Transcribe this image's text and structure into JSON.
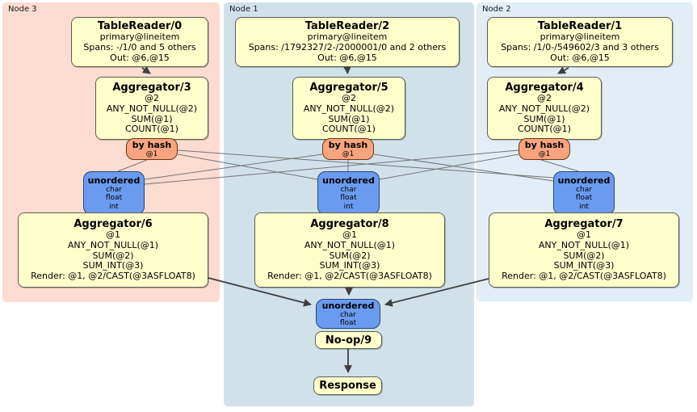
{
  "diagram_type": "distsql-physical-plan",
  "colors": {
    "node3_bg": "#fcdbd1",
    "node1_bg": "#d0e1ea",
    "node2_bg": "#e2edf6",
    "processor_fill": "#ffffcc",
    "router_fill": "#f8a47e",
    "sync_fill": "#6b9bf0",
    "edge_dark": "#3f3f3f",
    "edge_light": "#757575"
  },
  "nodes": [
    {
      "label": "Node 3",
      "table_reader": {
        "title": "TableReader/0",
        "lines": [
          "primary@lineitem",
          "Spans: -/1/0 and 5 others",
          "Out: @6,@15"
        ]
      },
      "aggregator_top": {
        "title": "Aggregator/3",
        "lines": [
          "@2",
          "ANY_NOT_NULL(@2)",
          "SUM(@1)",
          "COUNT(@1)"
        ]
      },
      "hash_router": {
        "title": "by hash",
        "detail": "@1"
      },
      "sync": {
        "title": "unordered",
        "lines": [
          "char",
          "float",
          "int"
        ]
      },
      "aggregator_bottom": {
        "title": "Aggregator/6",
        "lines": [
          "@1",
          "ANY_NOT_NULL(@1)",
          "SUM(@2)",
          "SUM_INT(@3)",
          "Render: @1, @2/CAST(@3ASFLOAT8)"
        ]
      }
    },
    {
      "label": "Node 1",
      "table_reader": {
        "title": "TableReader/2",
        "lines": [
          "primary@lineitem",
          "Spans: /1792327/2-/2000001/0 and 2 others",
          "Out: @6,@15"
        ]
      },
      "aggregator_top": {
        "title": "Aggregator/5",
        "lines": [
          "@2",
          "ANY_NOT_NULL(@2)",
          "SUM(@1)",
          "COUNT(@1)"
        ]
      },
      "hash_router": {
        "title": "by hash",
        "detail": "@1"
      },
      "sync": {
        "title": "unordered",
        "lines": [
          "char",
          "float",
          "int"
        ]
      },
      "aggregator_bottom": {
        "title": "Aggregator/8",
        "lines": [
          "@1",
          "ANY_NOT_NULL(@1)",
          "SUM(@2)",
          "SUM_INT(@3)",
          "Render: @1, @2/CAST(@3ASFLOAT8)"
        ]
      }
    },
    {
      "label": "Node 2",
      "table_reader": {
        "title": "TableReader/1",
        "lines": [
          "primary@lineitem",
          "Spans: /1/0-/549602/3 and 3 others",
          "Out: @6,@15"
        ]
      },
      "aggregator_top": {
        "title": "Aggregator/4",
        "lines": [
          "@2",
          "ANY_NOT_NULL(@2)",
          "SUM(@1)",
          "COUNT(@1)"
        ]
      },
      "hash_router": {
        "title": "by hash",
        "detail": "@1"
      },
      "sync": {
        "title": "unordered",
        "lines": [
          "char",
          "float",
          "int"
        ]
      },
      "aggregator_bottom": {
        "title": "Aggregator/7",
        "lines": [
          "@1",
          "ANY_NOT_NULL(@1)",
          "SUM(@2)",
          "SUM_INT(@3)",
          "Render: @1, @2/CAST(@3ASFLOAT8)"
        ]
      }
    }
  ],
  "final": {
    "sync": {
      "title": "unordered",
      "lines": [
        "char",
        "float"
      ]
    },
    "noop": {
      "title": "No-op/9"
    },
    "response": {
      "title": "Response"
    }
  }
}
